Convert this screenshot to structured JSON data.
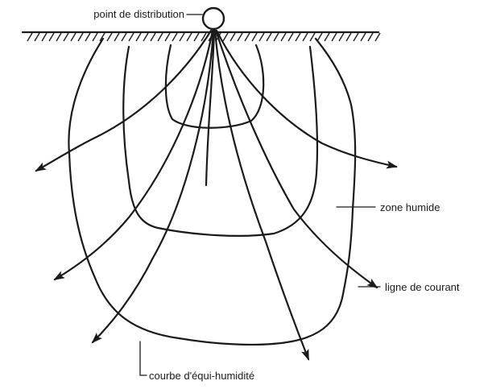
{
  "labels": {
    "source": "point de distribution",
    "wet_zone": "zone humide",
    "flow_line": "ligne de courant",
    "iso_curve": "courbe d'équi-humidité"
  },
  "colors": {
    "ink": "#1a1a1a",
    "background": "#ffffff"
  }
}
